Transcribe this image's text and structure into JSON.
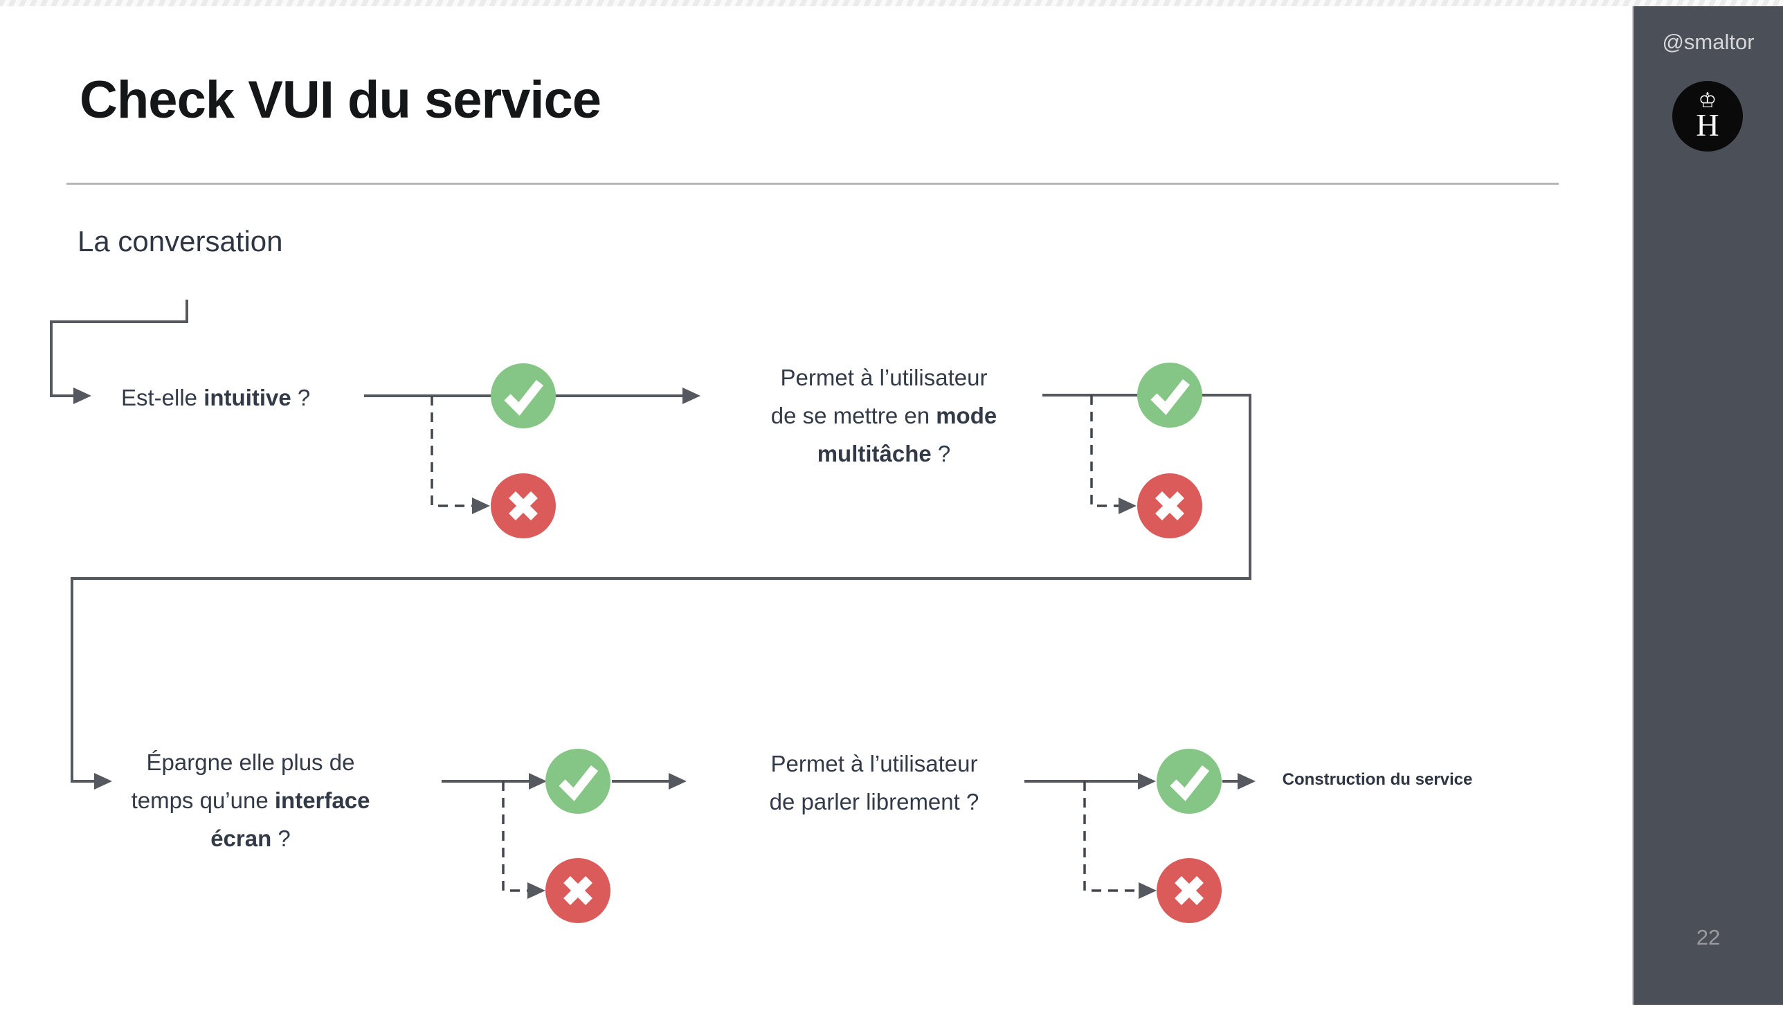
{
  "slide": {
    "title": "Check VUI du service",
    "subtitle": "La conversation"
  },
  "flowchart": {
    "questions": {
      "q1": [
        {
          "pre": "Est-elle ",
          "bold": "intuitive",
          "post": " ?"
        }
      ],
      "q2": [
        {
          "pre": "Permet à l’utilisateur"
        },
        {
          "pre": "de se mettre en ",
          "bold": "mode"
        },
        {
          "bold": "multitâche",
          "post": " ?"
        }
      ],
      "q3": [
        {
          "pre": "Épargne elle plus de"
        },
        {
          "pre": "temps qu’une ",
          "bold": "interface"
        },
        {
          "bold": "écran",
          "post": " ?"
        }
      ],
      "q4": [
        {
          "pre": "Permet à l’utilisateur"
        },
        {
          "pre": "de parler librement ?"
        }
      ]
    },
    "result_label": "Construction du service",
    "colors": {
      "yes_green": "#85c585",
      "no_red": "#db5b5b",
      "line_solid": "#55585e",
      "line_dashed": "#41464d",
      "text": "#333a47"
    }
  },
  "sidebar": {
    "handle": "@smaltor",
    "logo_crown": "♔",
    "logo_letter": "H",
    "page_number": "22"
  }
}
